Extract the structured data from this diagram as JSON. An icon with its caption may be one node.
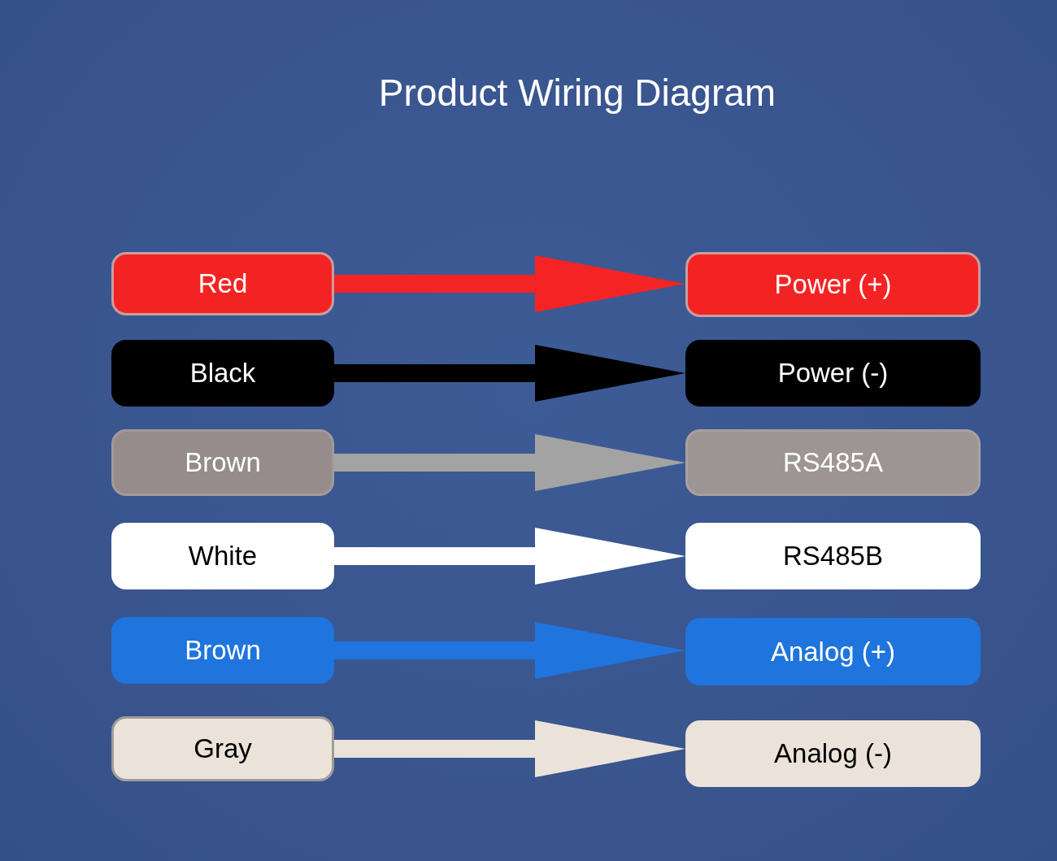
{
  "diagram": {
    "title": "Product Wiring Diagram",
    "nodes": [
      {
        "text": [
          "Red"
        ]
      },
      {
        "text": [
          "Power (+)"
        ]
      },
      {
        "text": [
          "Black"
        ]
      },
      {
        "text": [
          "Power (-)"
        ]
      },
      {
        "text": [
          "Brown"
        ]
      },
      {
        "text": [
          "RS485A"
        ]
      },
      {
        "text": [
          "White"
        ]
      },
      {
        "text": [
          "RS485B"
        ]
      },
      {
        "text": [
          "Brown"
        ]
      },
      {
        "text": [
          "Analog (+)"
        ]
      },
      {
        "text": [
          "Gray"
        ]
      },
      {
        "text": [
          "Analog (-)"
        ]
      }
    ],
    "edges": [
      {
        "from": 0,
        "to": 1,
        "arrow": "to",
        "color": "#f42424"
      },
      {
        "from": 2,
        "to": 3,
        "arrow": "to",
        "color": "#000000"
      },
      {
        "from": 4,
        "to": 5,
        "arrow": "to",
        "color": "#a3a3a3"
      },
      {
        "from": 6,
        "to": 7,
        "arrow": "to",
        "color": "#ffffff"
      },
      {
        "from": 8,
        "to": 9,
        "arrow": "to",
        "color": "#1f74dd"
      },
      {
        "from": 10,
        "to": 11,
        "arrow": "to",
        "color": "#ebe3da"
      }
    ]
  }
}
